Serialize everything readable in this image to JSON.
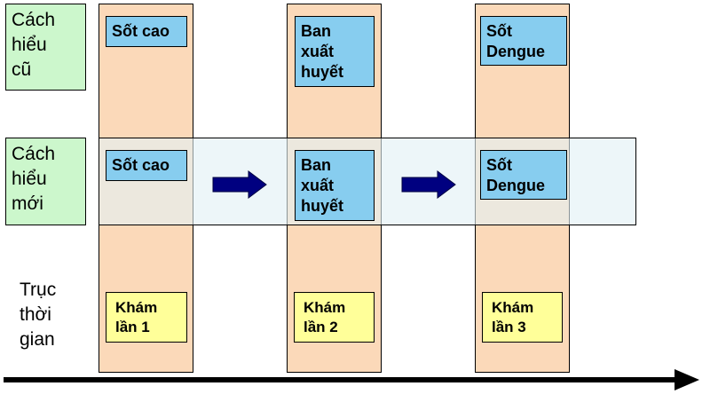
{
  "rows": {
    "old_label": "Cách\nhiểu\ncũ",
    "new_label": "Cách\nhiểu\nmới",
    "timeline_label": "Trục\nthời\ngian"
  },
  "old_row": [
    "Sốt cao",
    "Ban\nxuất\nhuyết",
    "Sốt\nDengue"
  ],
  "new_row": [
    "Sốt cao",
    "Ban\nxuất\nhuyết",
    "Sốt\nDengue"
  ],
  "visits": [
    "Khám\nlần 1",
    "Khám\nlần 2",
    "Khám\nlần 3"
  ],
  "colors": {
    "column": "#fbd9b9",
    "band": "#e2f0f6",
    "row_label": "#ccf7cc",
    "concept_box": "#87cdef",
    "visit_box": "#ffff99",
    "arrow": "#000080",
    "axis": "#000000"
  }
}
